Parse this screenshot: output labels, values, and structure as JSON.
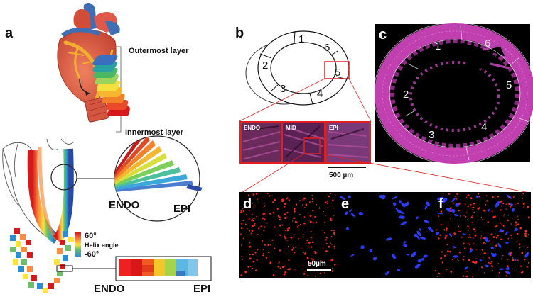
{
  "panels": {
    "a": {
      "letter": "a",
      "outer_label": "Outermost layer",
      "inner_label": "Innermost layer",
      "endo_label": "ENDO",
      "epi_label": "EPI",
      "legend_max": "60°",
      "legend_title": "Helix angle",
      "legend_min": "-60°",
      "endo_label2": "ENDO",
      "epi_label2": "EPI"
    },
    "b": {
      "letter": "b",
      "segments": [
        "1",
        "2",
        "3",
        "4",
        "5",
        "6"
      ],
      "strip_labels": [
        "ENDO",
        "MID",
        "EPI"
      ],
      "scale_label": "500 µm"
    },
    "c": {
      "letter": "c",
      "segments": [
        "1",
        "2",
        "3",
        "4",
        "5",
        "6"
      ]
    },
    "def": {
      "letters": [
        "d",
        "e",
        "f"
      ],
      "scale_label": "50µm"
    }
  },
  "colors": {
    "stain_magenta": "#c040b0",
    "highlight_red": "#e02020",
    "fluor_red": "#ff2a1a",
    "fluor_blue": "#2a3cff"
  }
}
